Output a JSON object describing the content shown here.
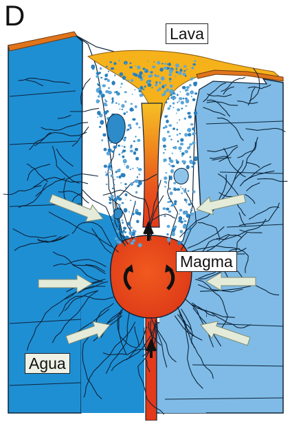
{
  "panel_letter": "D",
  "labels": {
    "lava": "Lava",
    "magma": "Magma",
    "agua": "Agua"
  },
  "colors": {
    "dark_rock": "#1f8fd4",
    "light_rock": "#7fbbe6",
    "lava_top": "#f4b41c",
    "magma": "#e84a1c",
    "breccia": "#ffffff",
    "fracture": "#0d2238",
    "arrow": "#e4ebd8",
    "soil": "#e0741c"
  }
}
